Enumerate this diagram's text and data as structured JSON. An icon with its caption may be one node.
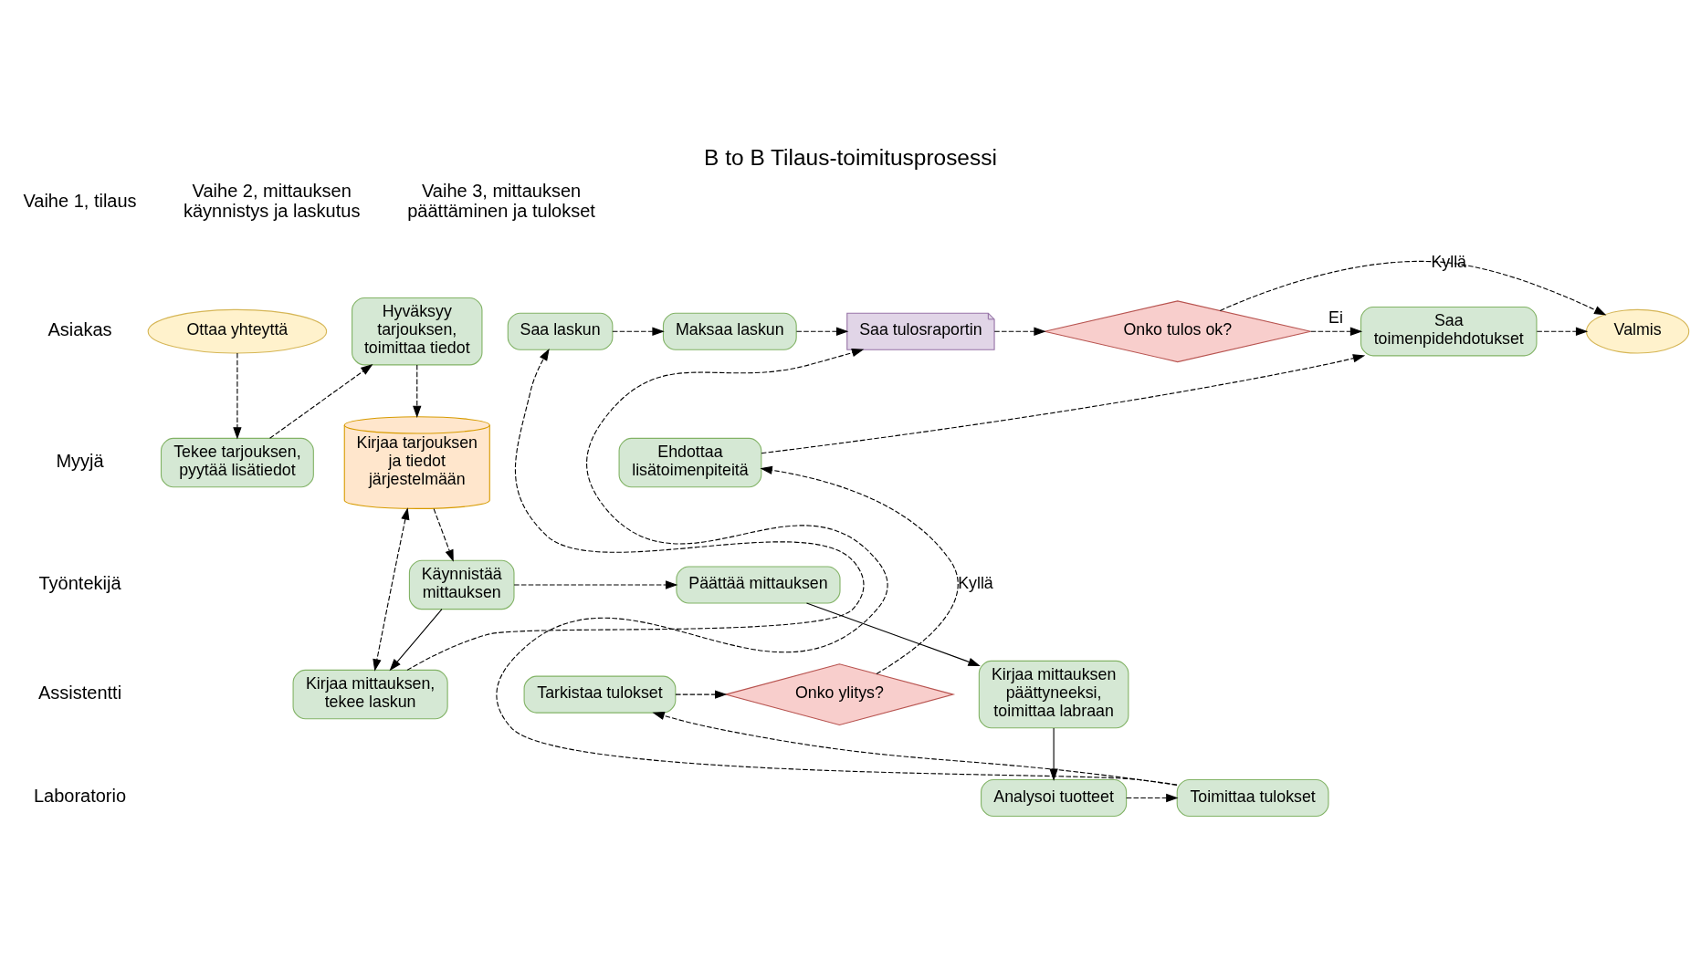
{
  "diagram": {
    "title": "B to B Tilaus-toimitusprosessi",
    "nodes": [
      {
        "text": [
          "Ottaa yhteyttä"
        ]
      },
      {
        "text": [
          "Hyväksyy tarjouksen, toimittaa tiedot"
        ]
      },
      {
        "text": [
          "Saa laskun"
        ]
      },
      {
        "text": [
          "Maksaa laskun"
        ]
      },
      {
        "text": [
          "Saa tulosraportin"
        ]
      },
      {
        "text": [
          "Onko tulos ok?"
        ]
      },
      {
        "text": [
          "Saa toimenpidehdotukset"
        ]
      },
      {
        "text": [
          "Valmis"
        ]
      },
      {
        "text": [
          "Tekee tarjouksen, pyytää lisätiedot"
        ]
      },
      {
        "text": [
          "Kirjaa tarjouksen ja tiedot järjestelmään"
        ]
      },
      {
        "text": [
          "Ehdottaa lisätoimenpiteitä"
        ]
      },
      {
        "text": [
          "Käynnistää mittauksen"
        ]
      },
      {
        "text": [
          "Päättää mittauksen"
        ]
      },
      {
        "text": [
          "Kirjaa mittauksen, tekee laskun"
        ]
      },
      {
        "text": [
          "Kirjaa mittauksen päättyneeksi, toimittaa labraan"
        ]
      },
      {
        "text": [
          "Tarkistaa tulokset"
        ]
      },
      {
        "text": [
          "Onko ylitys?"
        ]
      },
      {
        "text": [
          "Analysoi tuotteet"
        ]
      },
      {
        "text": [
          "Toimittaa tulokset"
        ]
      }
    ],
    "edges": [
      {
        "from": 0,
        "to": 8,
        "arrow": "to",
        "style": "dashed"
      },
      {
        "from": 8,
        "to": 1,
        "arrow": "to",
        "style": "dashed"
      },
      {
        "from": 1,
        "to": 9,
        "arrow": "to",
        "style": "dashed"
      },
      {
        "from": 9,
        "to": 11,
        "arrow": "to",
        "style": "dashed"
      },
      {
        "from": 9,
        "to": 13,
        "arrow": "both",
        "style": "dashed"
      },
      {
        "from": 11,
        "to": 13,
        "arrow": "to"
      },
      {
        "from": 11,
        "to": 12,
        "arrow": "to",
        "style": "dashed"
      },
      {
        "from": 13,
        "to": 2,
        "arrow": "to",
        "style": "dashed"
      },
      {
        "from": 2,
        "to": 3,
        "arrow": "to",
        "style": "dashed"
      },
      {
        "from": 3,
        "to": 4,
        "arrow": "to",
        "style": "dashed"
      },
      {
        "from": 12,
        "to": 14,
        "arrow": "to"
      },
      {
        "from": 14,
        "to": 17,
        "arrow": "to"
      },
      {
        "from": 17,
        "to": 18,
        "arrow": "to",
        "style": "dashed"
      },
      {
        "from": 18,
        "to": 4,
        "arrow": "to",
        "style": "dashed"
      },
      {
        "from": 18,
        "to": 15,
        "arrow": "to",
        "style": "dashed"
      },
      {
        "from": 15,
        "to": 16,
        "arrow": "to",
        "style": "dashed"
      },
      {
        "from": 16,
        "to": 10,
        "arrow": "to",
        "style": "dashed",
        "label": "Kyllä"
      },
      {
        "from": 10,
        "to": 6,
        "arrow": "to",
        "style": "dashed"
      },
      {
        "from": 4,
        "to": 5,
        "arrow": "to",
        "style": "dashed"
      },
      {
        "from": 5,
        "to": 7,
        "arrow": "to",
        "style": "dashed",
        "label": "Kyllä"
      },
      {
        "from": 5,
        "to": 6,
        "arrow": "to",
        "style": "dashed",
        "label": "Ei"
      },
      {
        "from": 6,
        "to": 7,
        "arrow": "to",
        "style": "dashed"
      }
    ],
    "labels": [
      "Vaihe 1, tilaus",
      "Vaihe 2, mittauksen käynnistys ja laskutus",
      "Vaihe 3, mittauksen päättäminen ja tulokset",
      "Asiakas",
      "Myyjä",
      "Työntekijä",
      "Assistentti",
      "Laboratorio"
    ]
  }
}
